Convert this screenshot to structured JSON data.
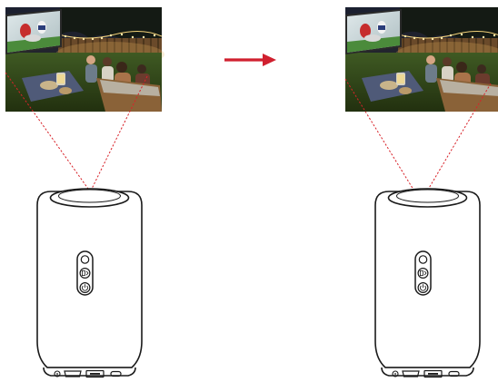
{
  "colors": {
    "beam": "#d8232a",
    "arrow": "#d0202f",
    "outline": "#1a1a1a",
    "background": "#ffffff"
  },
  "panels": [
    {
      "id": "left",
      "scene": "outdoor-movie-night-photo",
      "device": {
        "buttons": [
          "circle-button-icon",
          "sound-mode-icon",
          "power-icon"
        ],
        "ports": [
          "round-port-icon",
          "hdmi-port-icon",
          "usb-a-port-icon",
          "usb-c-port-icon"
        ]
      }
    },
    {
      "id": "right",
      "scene": "outdoor-movie-night-photo",
      "device": {
        "buttons": [
          "circle-button-icon",
          "sound-mode-icon",
          "power-icon"
        ],
        "ports": [
          "round-port-icon",
          "hdmi-port-icon",
          "usb-a-port-icon",
          "usb-c-port-icon"
        ]
      }
    }
  ],
  "transition_icon": "right-arrow-icon"
}
